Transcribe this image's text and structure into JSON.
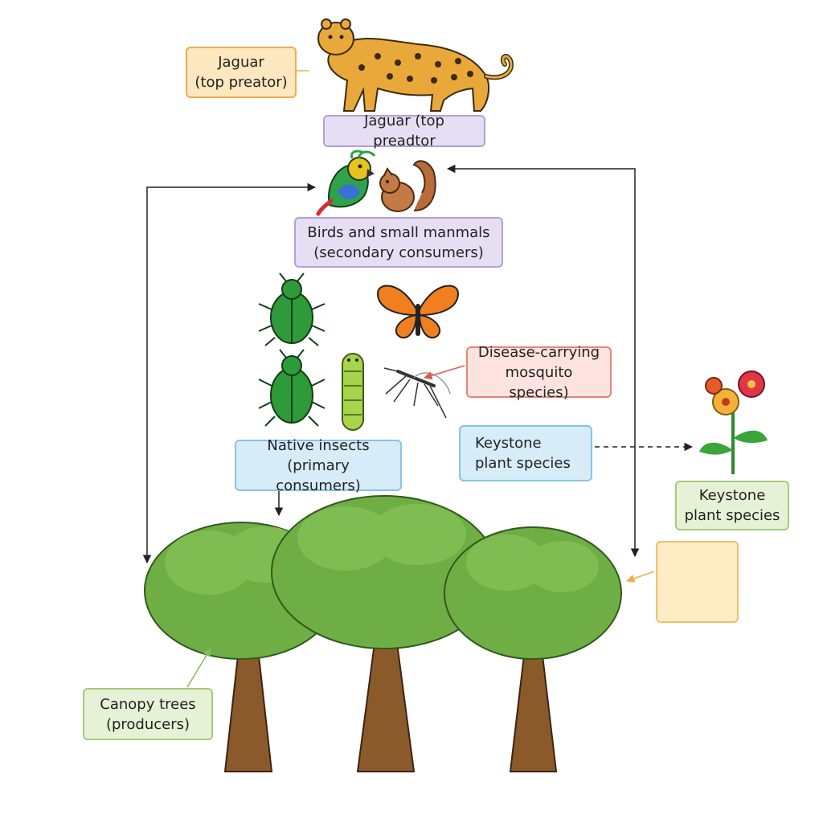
{
  "labels": {
    "jaguar_side": {
      "line1": "Jaguar",
      "line2": "(top preator)"
    },
    "jaguar_center": {
      "line1": "Jaguar (top preadtor"
    },
    "birds_mammals": {
      "line1": "Birds and small manmals",
      "line2": "(secondary consumers)"
    },
    "disease_mosquito": {
      "line1": "Disease-carrying",
      "line2": "mosquito species)"
    },
    "keystone_left": {
      "line1": "Keystone",
      "line2": "plant species"
    },
    "keystone_right": {
      "line1": "Keystone",
      "line2": "plant species"
    },
    "native_insects": {
      "line1": "Native insects",
      "line2": "(primary consumers)"
    },
    "canopy_trees": {
      "line1": "Canopy trees",
      "line2": "(producers)"
    }
  },
  "colors": {
    "orange": "#efae4b",
    "purple": "#b39fd6",
    "blue": "#8ac3e3",
    "red": "#e88378",
    "green": "#a5cc7a",
    "arrow": "#222222"
  }
}
